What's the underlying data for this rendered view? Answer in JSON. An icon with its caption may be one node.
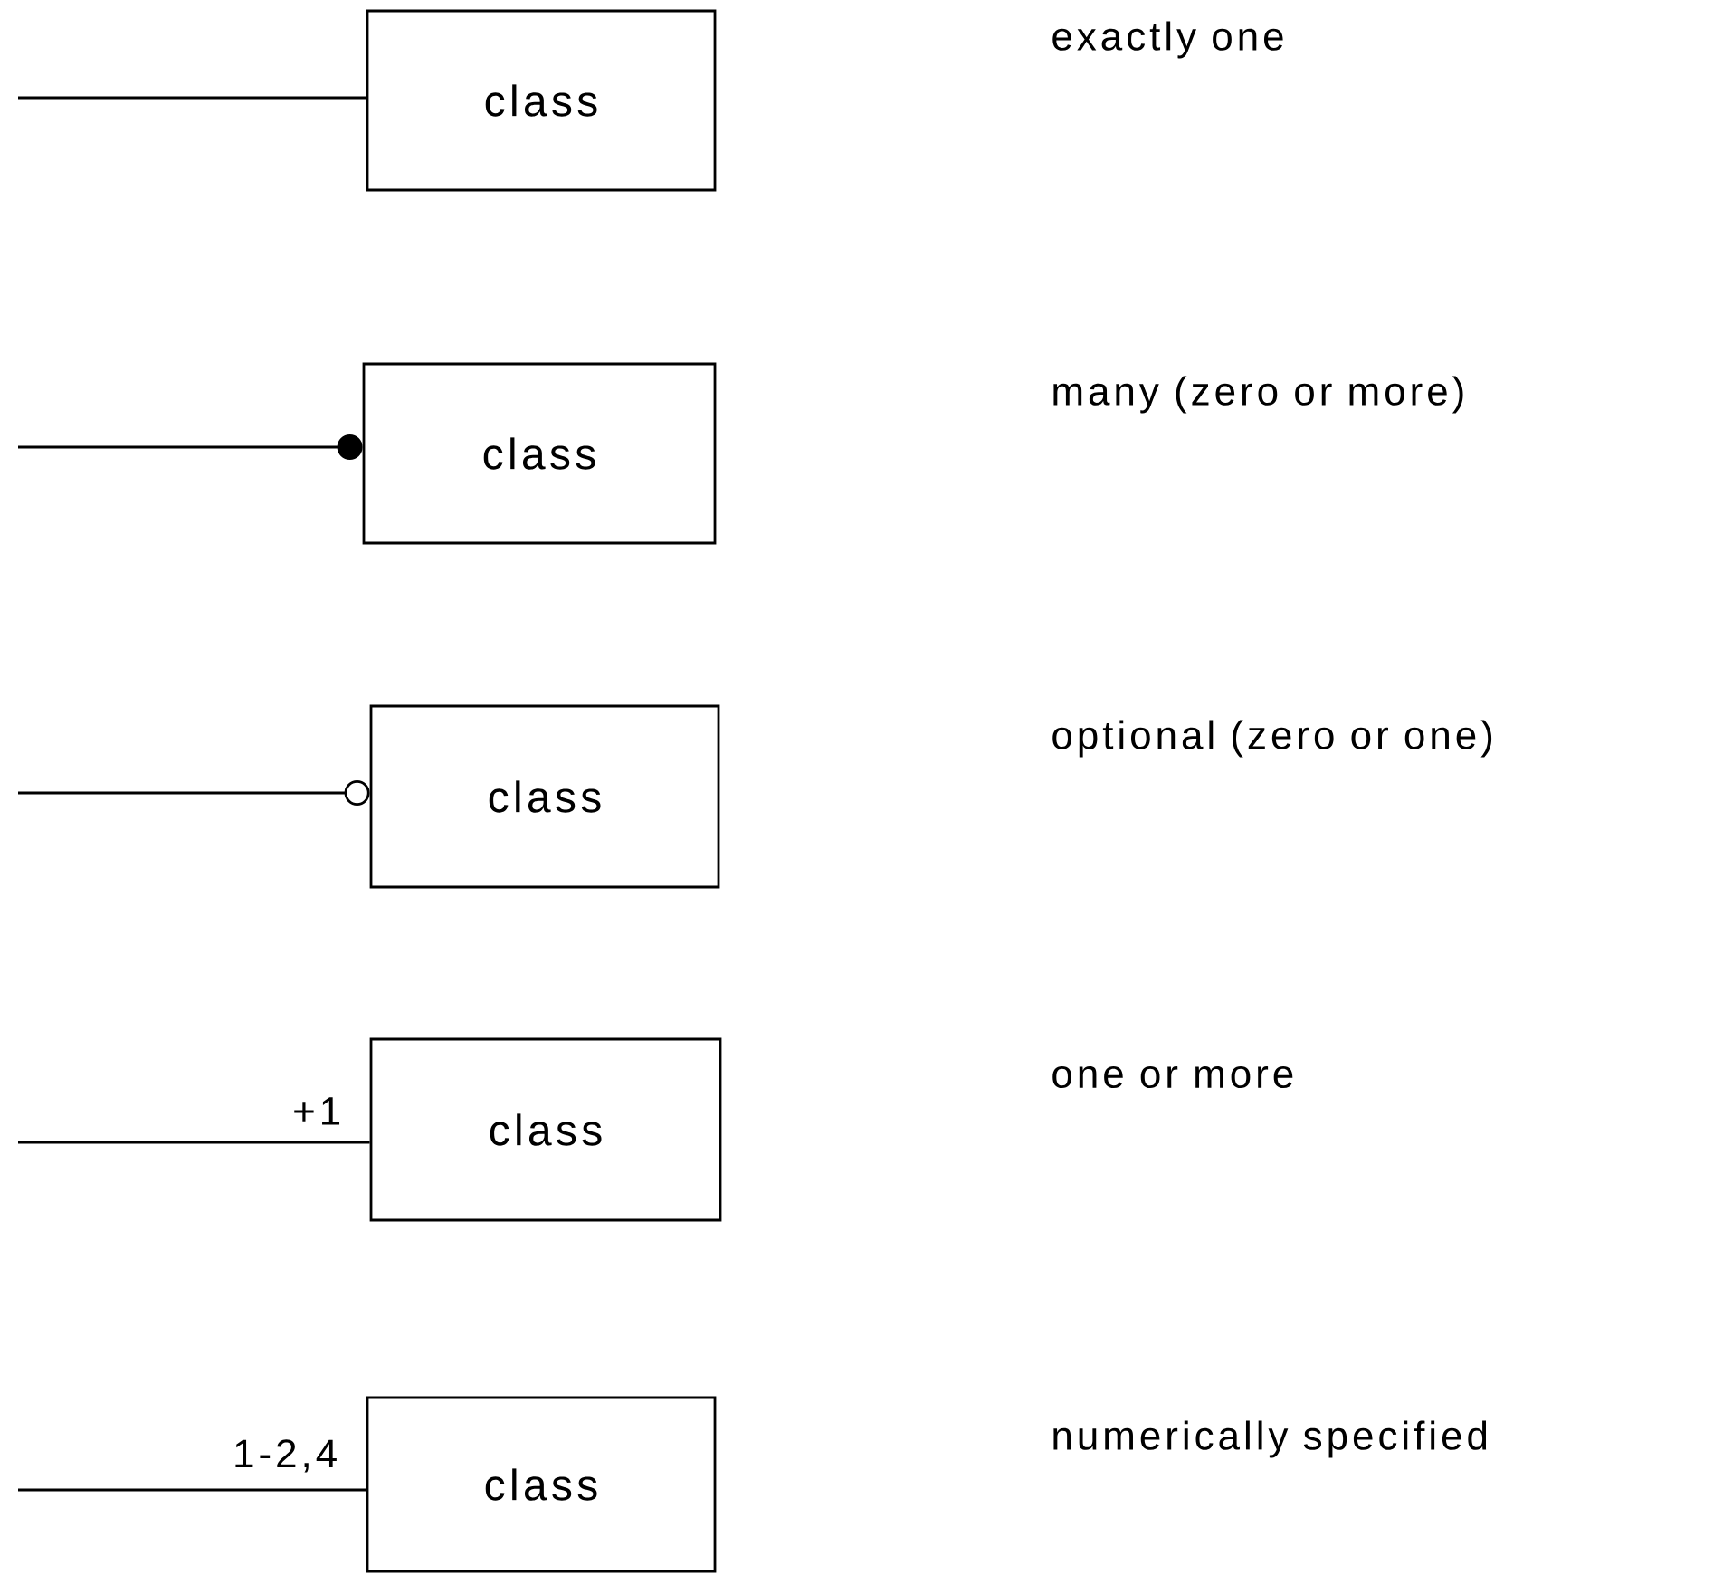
{
  "diagram": {
    "nodes": [
      {
        "text": [
          "class"
        ]
      },
      {
        "text": [
          "class"
        ]
      },
      {
        "text": [
          "class"
        ]
      },
      {
        "text": [
          "class"
        ]
      },
      {
        "text": [
          "class"
        ]
      }
    ],
    "labels": [
      "exactly one",
      "many (zero or more)",
      "optional (zero or one)",
      "one or more",
      "numerically specified"
    ],
    "edges": [
      {
        "from": null,
        "to": 0,
        "arrow": "none"
      },
      {
        "from": null,
        "to": 1,
        "arrow": "other"
      },
      {
        "from": null,
        "to": 2,
        "arrow": "other"
      },
      {
        "from": null,
        "to": 3,
        "arrow": "none",
        "label": "+1"
      },
      {
        "from": null,
        "to": 4,
        "arrow": "none",
        "label": "1-2,4"
      }
    ]
  }
}
